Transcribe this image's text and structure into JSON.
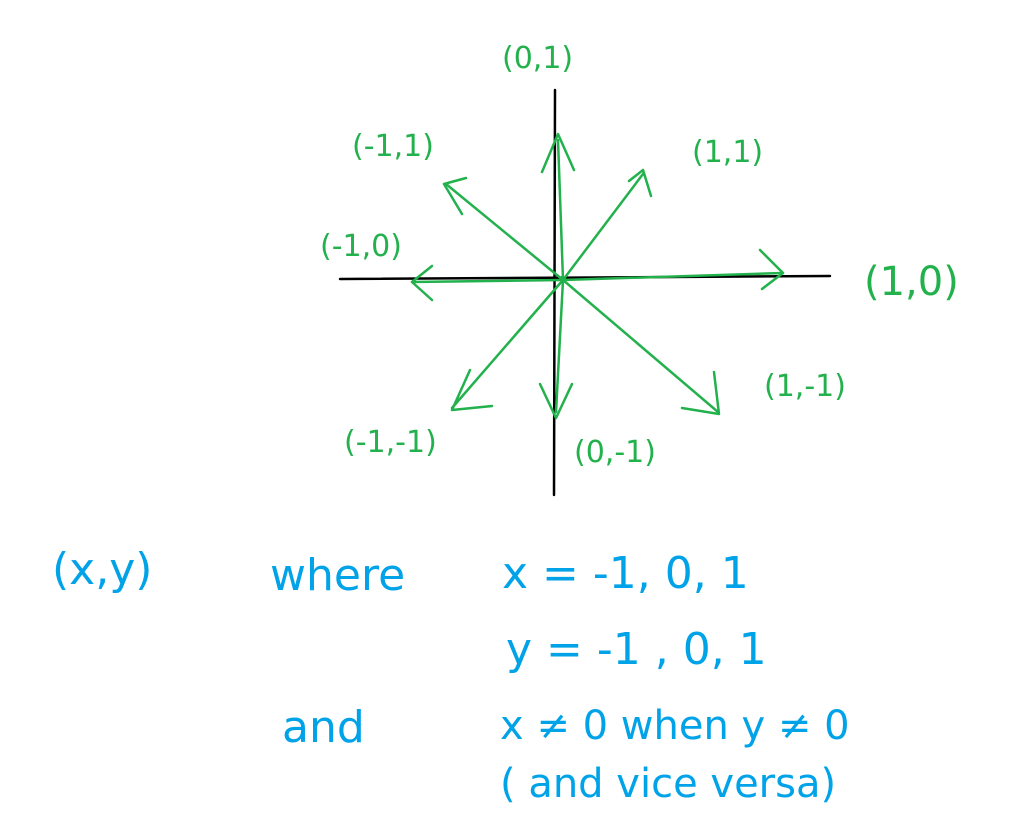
{
  "colors": {
    "axis": "#000000",
    "vector": "#22b14c",
    "note": "#00a2e8",
    "background": "#ffffff"
  },
  "direction_labels": {
    "up": "(0,1)",
    "up_left": "(-1,1)",
    "up_right": "(1,1)",
    "left": "(-1,0)",
    "right": "(1,0)",
    "down_right": "(1,-1)",
    "down_left": "(-1,-1)",
    "down": "(0,-1)"
  },
  "notes": {
    "tuple": "(x,y)",
    "where": "where",
    "x_values": "x = -1, 0, 1",
    "y_values": "y = -1 , 0, 1",
    "and": "and",
    "condition": "x ≠ 0  when  y ≠ 0",
    "vice_versa": "( and  vice versa)"
  }
}
